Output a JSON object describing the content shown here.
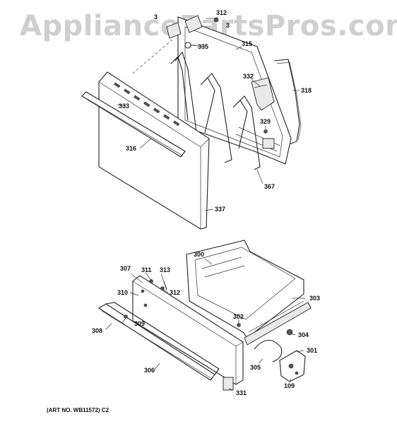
{
  "watermark": "AppliancePartsPros.com",
  "art_number": "(ART NO. WB11572) C2",
  "callouts": {
    "c312a": "312",
    "c3a": "3",
    "c3b": "3",
    "c335": "335",
    "c315": "315",
    "c332": "332",
    "c318": "318",
    "c333": "333",
    "c329": "329",
    "c316": "316",
    "c367": "367",
    "c337": "337",
    "c300": "300",
    "c307": "307",
    "c311": "311",
    "c313": "313",
    "c312b": "312",
    "c310": "310",
    "c303": "303",
    "c302": "302",
    "c309": "309",
    "c308": "308",
    "c304": "304",
    "c301": "301",
    "c305": "305",
    "c306": "306",
    "c331": "331",
    "c109": "109"
  }
}
